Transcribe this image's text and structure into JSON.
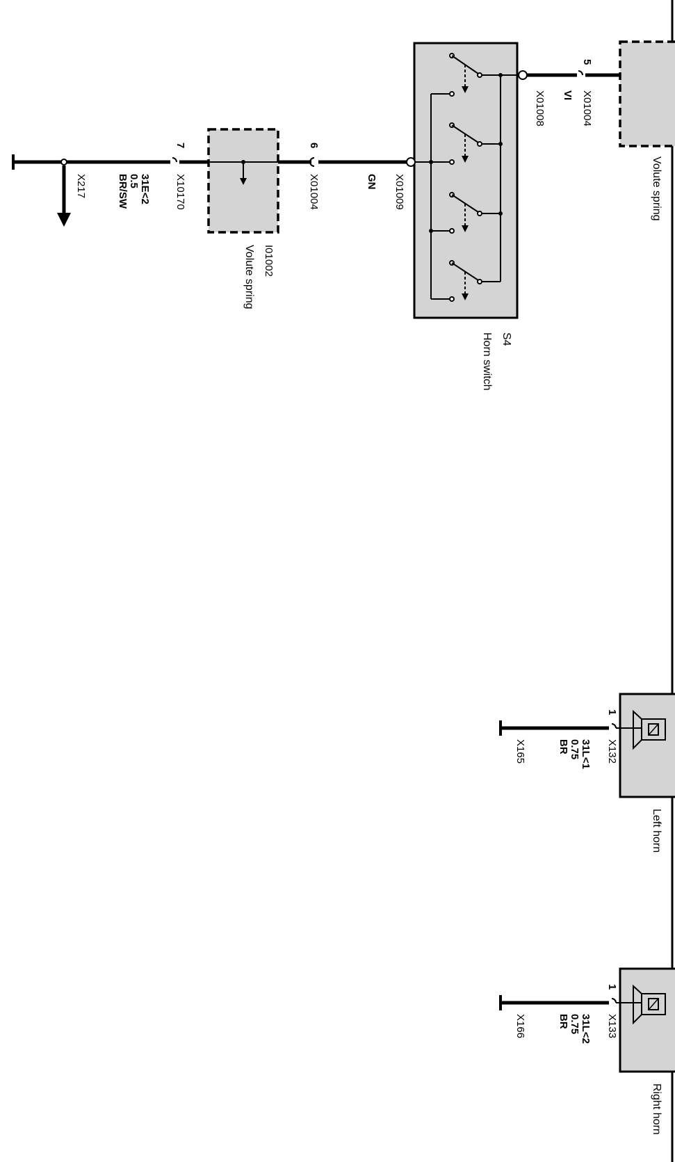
{
  "components": {
    "horn_switch": {
      "ref": "S4",
      "name": "Horn switch"
    },
    "volute_spring_mid": {
      "ref": "I01002",
      "name": "Volute spring"
    },
    "volute_spring_top": {
      "name": "Volute spring"
    },
    "left_horn": {
      "name": "Left horn"
    },
    "right_horn": {
      "name": "Right horn"
    }
  },
  "connectors": {
    "x01008": "X01008",
    "x01009": "X01009",
    "x01004_top": {
      "id": "X01004",
      "pin": "5"
    },
    "x01004_mid": {
      "id": "X01004",
      "pin": "6"
    },
    "x10170": {
      "id": "X10170",
      "pin": "7"
    },
    "x132": {
      "id": "X132",
      "pin": "1"
    },
    "x133": {
      "id": "X133",
      "pin": "1"
    }
  },
  "wires": {
    "vi": {
      "color": "VI"
    },
    "gn": {
      "color": "GN"
    },
    "ground_main": {
      "circuit": "31E<2",
      "size": "0.5",
      "color": "BR/SW",
      "ground": "X217"
    },
    "left_ground": {
      "circuit": "31L<1",
      "size": "0.75",
      "color": "BR",
      "ground": "X165"
    },
    "right_ground": {
      "circuit": "31L<2",
      "size": "0.75",
      "color": "BR",
      "ground": "X166"
    }
  }
}
